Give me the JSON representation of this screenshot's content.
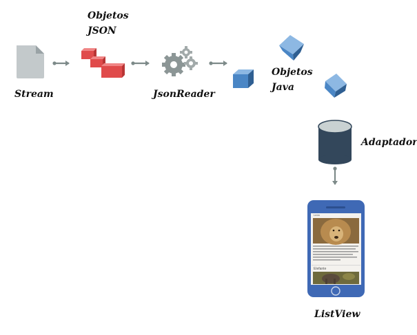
{
  "labels": {
    "stream": "Stream",
    "objetos_json_1": "Objetos",
    "objetos_json_2": "JSON",
    "json_reader": "JsonReader",
    "objetos_java_1": "Objetos",
    "objetos_java_2": "Java",
    "adaptador": "Adaptador",
    "list_view": "ListView"
  },
  "phone": {
    "first_item_title": "León",
    "second_item_title": "Elefante"
  },
  "colors": {
    "arrow": "#7d8a89",
    "json_blocks": "#e04b4b",
    "gears": "#8c9696",
    "java_cubes": "#4a86c5",
    "adapter": "#33475b",
    "phone_frame": "#3f69b5"
  },
  "icons": [
    "document-icon",
    "json-blocks-icon",
    "gears-icon",
    "cube-icon",
    "database-icon",
    "smartphone-icon"
  ]
}
